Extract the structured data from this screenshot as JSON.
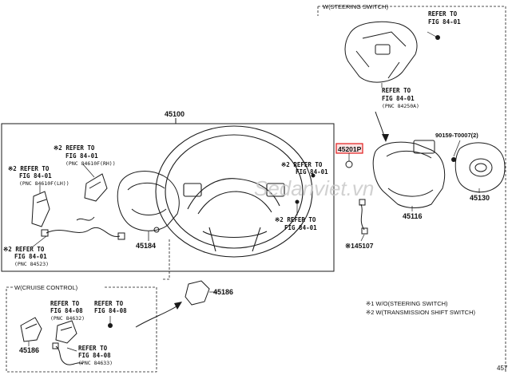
{
  "groups": {
    "steering_switch_title": "W(STEERING SWITCH)",
    "cruise_control_title": "W(CRUISE CONTROL)"
  },
  "labels": {
    "p45100": "45100",
    "p45201p": "45201P",
    "p45116": "45116",
    "p45130": "45130",
    "p45184": "45184",
    "p45186_main": "45186",
    "p45186_cruise": "45186",
    "p145107": "※145107",
    "bolt_90159": "90159-T0007(2)",
    "corner_code": "457"
  },
  "references": {
    "ss_top_line1": "REFER TO",
    "ss_top_line2": "FIG 84-01",
    "ss_bottom_line1": "REFER TO",
    "ss_bottom_line2": "FIG 84-01",
    "ss_bottom_pnc": "(PNC 84250A)",
    "left_top_line1": "※2 REFER TO",
    "left_top_line2": "FIG 84-01",
    "left_top_pnc": "(PNC 84610F(RH))",
    "left_mid_line1": "※2 REFER TO",
    "left_mid_line2": "FIG 84-01",
    "left_mid_pnc": "(PNC 84610F(LH))",
    "left_low_line1": "※2 REFER TO",
    "left_low_line2": "FIG 84-01",
    "left_low_pnc": "(PNC 84523)",
    "wheel_right_line1": "※2 REFER TO",
    "wheel_right_line2": "FIG 84-01",
    "wheel_low_line1": "※2 REFER TO",
    "wheel_low_line2": "FIG 84-01",
    "cc_a_line1": "REFER TO",
    "cc_a_line2": "FIG 84-08",
    "cc_a_pnc": "(PNC 84632)",
    "cc_b_line1": "REFER TO",
    "cc_b_line2": "FIG 84-08",
    "cc_c_line1": "REFER TO",
    "cc_c_line2": "FIG 84-08",
    "cc_c_pnc": "(PNC 84633)"
  },
  "notes": {
    "note1": "※1 W/O(STEERING SWITCH)",
    "note2": "※2 W(TRANSMISSION SHIFT SWITCH)"
  },
  "watermark": "Sedanviet.vn",
  "colors": {
    "line": "#1a1a1a",
    "highlight_border": "#e11b1b",
    "highlight_fill": "#fbe3e3",
    "watermark": "#c9c9c9"
  }
}
